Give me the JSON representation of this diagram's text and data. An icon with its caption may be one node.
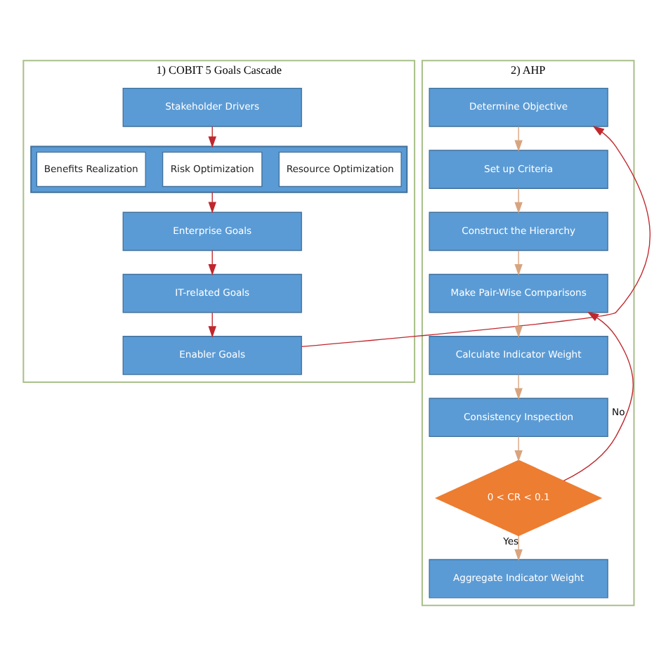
{
  "diagram": {
    "nodes": [
      {
        "text": [
          "1) COBIT 5 Goals Cascade"
        ]
      },
      {
        "text": [
          "Stakeholder Drivers"
        ],
        "in": 0
      },
      {
        "text": [],
        "shape": "box",
        "in": 0
      },
      {
        "text": [
          "Benefits Realization"
        ],
        "in": 2
      },
      {
        "text": [
          "Risk Optimization"
        ],
        "in": 2
      },
      {
        "text": [
          "Resource Optimization"
        ],
        "in": 2
      },
      {
        "text": [
          "Enterprise Goals"
        ],
        "in": 0
      },
      {
        "text": [
          "IT-related Goals"
        ],
        "in": 0
      },
      {
        "text": [
          "Enabler Goals"
        ],
        "in": 0
      },
      {
        "text": [
          "2) AHP"
        ]
      },
      {
        "text": [
          "Determine Objective"
        ],
        "in": 9
      },
      {
        "text": [
          "Set up Criteria"
        ],
        "in": 9
      },
      {
        "text": [
          "Construct the Hierarchy"
        ],
        "in": 9
      },
      {
        "text": [
          "Make Pair-Wise Comparisons"
        ],
        "in": 9
      },
      {
        "text": [
          "Calculate Indicator Weight"
        ],
        "in": 9
      },
      {
        "text": [
          "Consistency Inspection"
        ],
        "in": 9
      },
      {
        "text": [
          "0 < CR < 0.1"
        ],
        "in": 9
      },
      {
        "text": [
          "Aggregate Indicator Weight"
        ],
        "in": 9
      }
    ],
    "edges": [
      {
        "from": 1,
        "to": 2,
        "arrow": "to",
        "color": "#c0272d"
      },
      {
        "from": 2,
        "to": 6,
        "arrow": "to",
        "color": "#c0272d"
      },
      {
        "from": 6,
        "to": 7,
        "arrow": "to",
        "color": "#c0272d"
      },
      {
        "from": 7,
        "to": 8,
        "arrow": "to",
        "color": "#c0272d"
      },
      {
        "from": 8,
        "to": 10,
        "arrow": "to",
        "color": "#c0272d"
      },
      {
        "from": 10,
        "to": 11,
        "arrow": "to"
      },
      {
        "from": 11,
        "to": 12,
        "arrow": "to"
      },
      {
        "from": 12,
        "to": 13,
        "arrow": "to"
      },
      {
        "from": 13,
        "to": 14,
        "arrow": "to"
      },
      {
        "from": 14,
        "to": 15,
        "arrow": "to"
      },
      {
        "from": 15,
        "to": 16,
        "arrow": "to"
      },
      {
        "from": 16,
        "to": 17,
        "label": "Yes",
        "arrow": "to"
      },
      {
        "from": 16,
        "to": 13,
        "label": "No",
        "arrow": "to",
        "color": "#c0272d"
      }
    ]
  }
}
